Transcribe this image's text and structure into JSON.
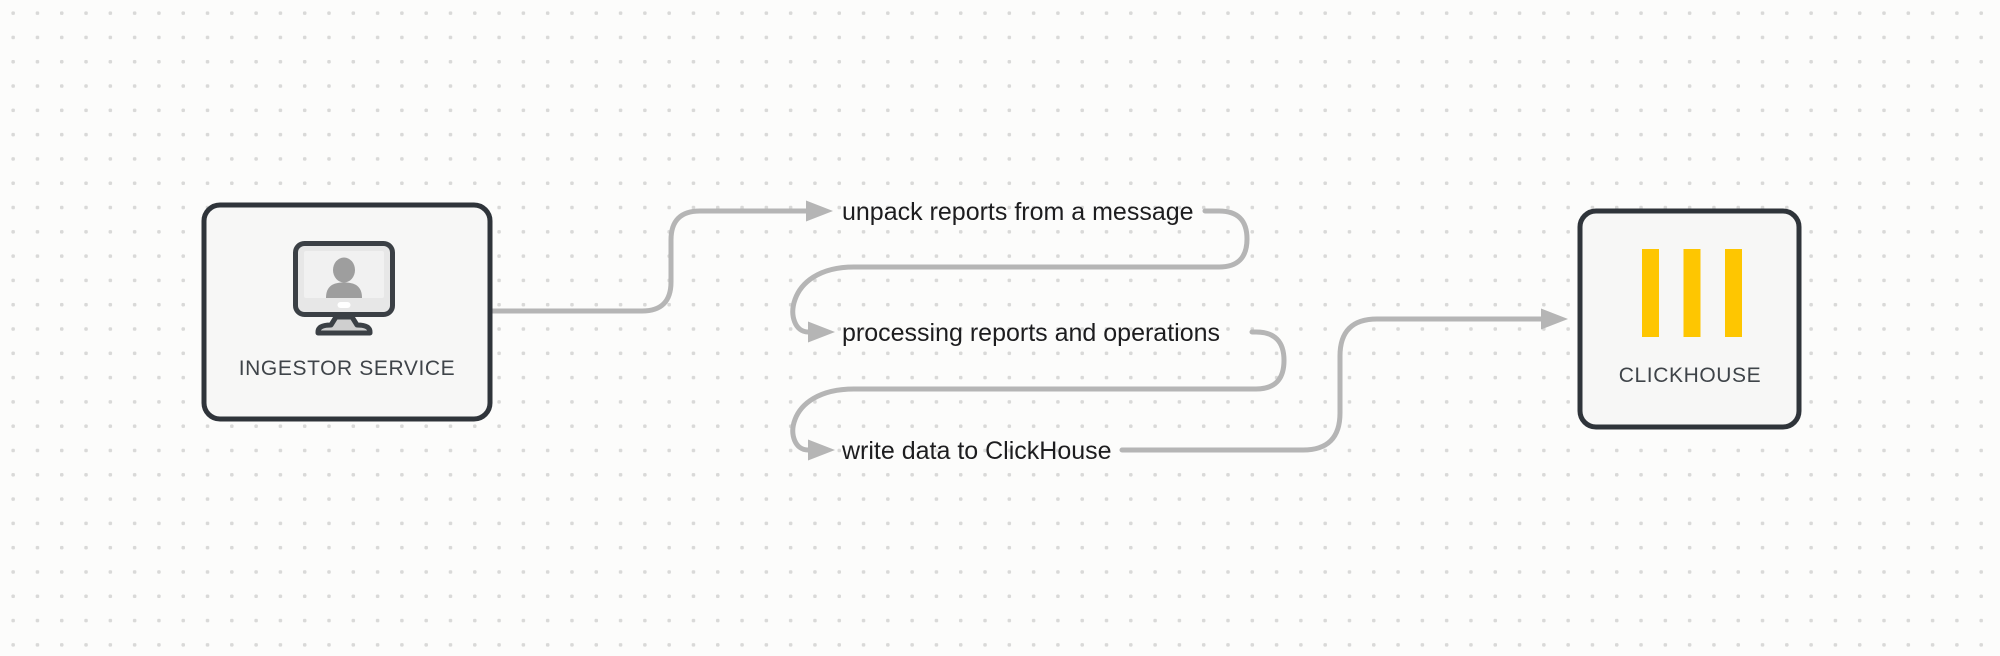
{
  "diagram": {
    "nodes": {
      "ingestor": {
        "label": "INGESTOR SERVICE",
        "icon": "monitor-user-icon"
      },
      "clickhouse": {
        "label": "CLICKHOUSE",
        "icon": "clickhouse-bars-icon"
      }
    },
    "steps": [
      {
        "label": "unpack reports from a message"
      },
      {
        "label": "processing reports and operations"
      },
      {
        "label": "write data to ClickHouse"
      }
    ]
  },
  "colors": {
    "canvas_background": "#fcfcfb",
    "grid_dot": "#d9d9d8",
    "node_fill": "#f7f7f6",
    "node_border": "#2f343a",
    "connector": "#b5b5b5",
    "step_text": "#1d1d1f",
    "node_label_text": "#3f4449",
    "clickhouse_yellow": "#fec601",
    "person_silhouette": "#9e9e9e"
  }
}
